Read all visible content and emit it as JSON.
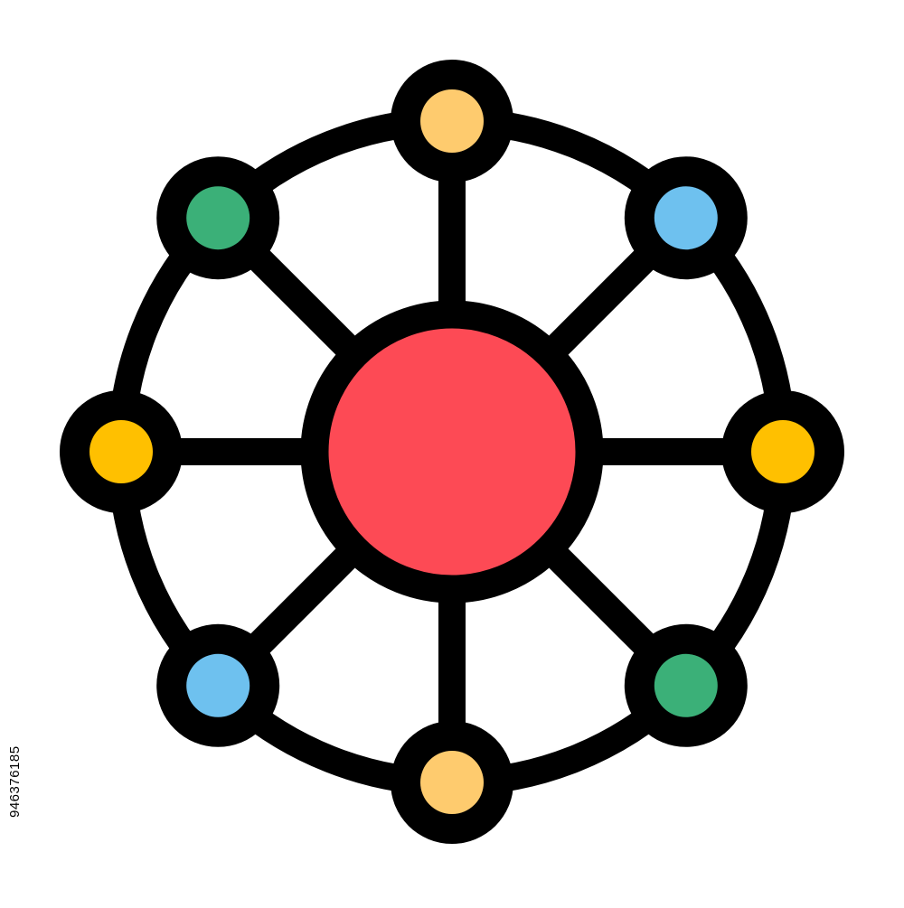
{
  "image": {
    "subject": "network-hub-icon",
    "stock_id": "946376185",
    "colors": {
      "outline": "#000000",
      "background": "#ffffff",
      "hub": "#fd4a55",
      "node_orange": "#fecb6e",
      "node_yellow": "#ffc000",
      "node_green": "#3bb078",
      "node_blue": "#6ec1ef"
    },
    "nodes": [
      {
        "id": "top",
        "color": "node_orange"
      },
      {
        "id": "top-right",
        "color": "node_blue"
      },
      {
        "id": "right",
        "color": "node_yellow"
      },
      {
        "id": "bottom-right",
        "color": "node_green"
      },
      {
        "id": "bottom",
        "color": "node_orange"
      },
      {
        "id": "bottom-left",
        "color": "node_blue"
      },
      {
        "id": "left",
        "color": "node_yellow"
      },
      {
        "id": "top-left",
        "color": "node_green"
      }
    ]
  }
}
